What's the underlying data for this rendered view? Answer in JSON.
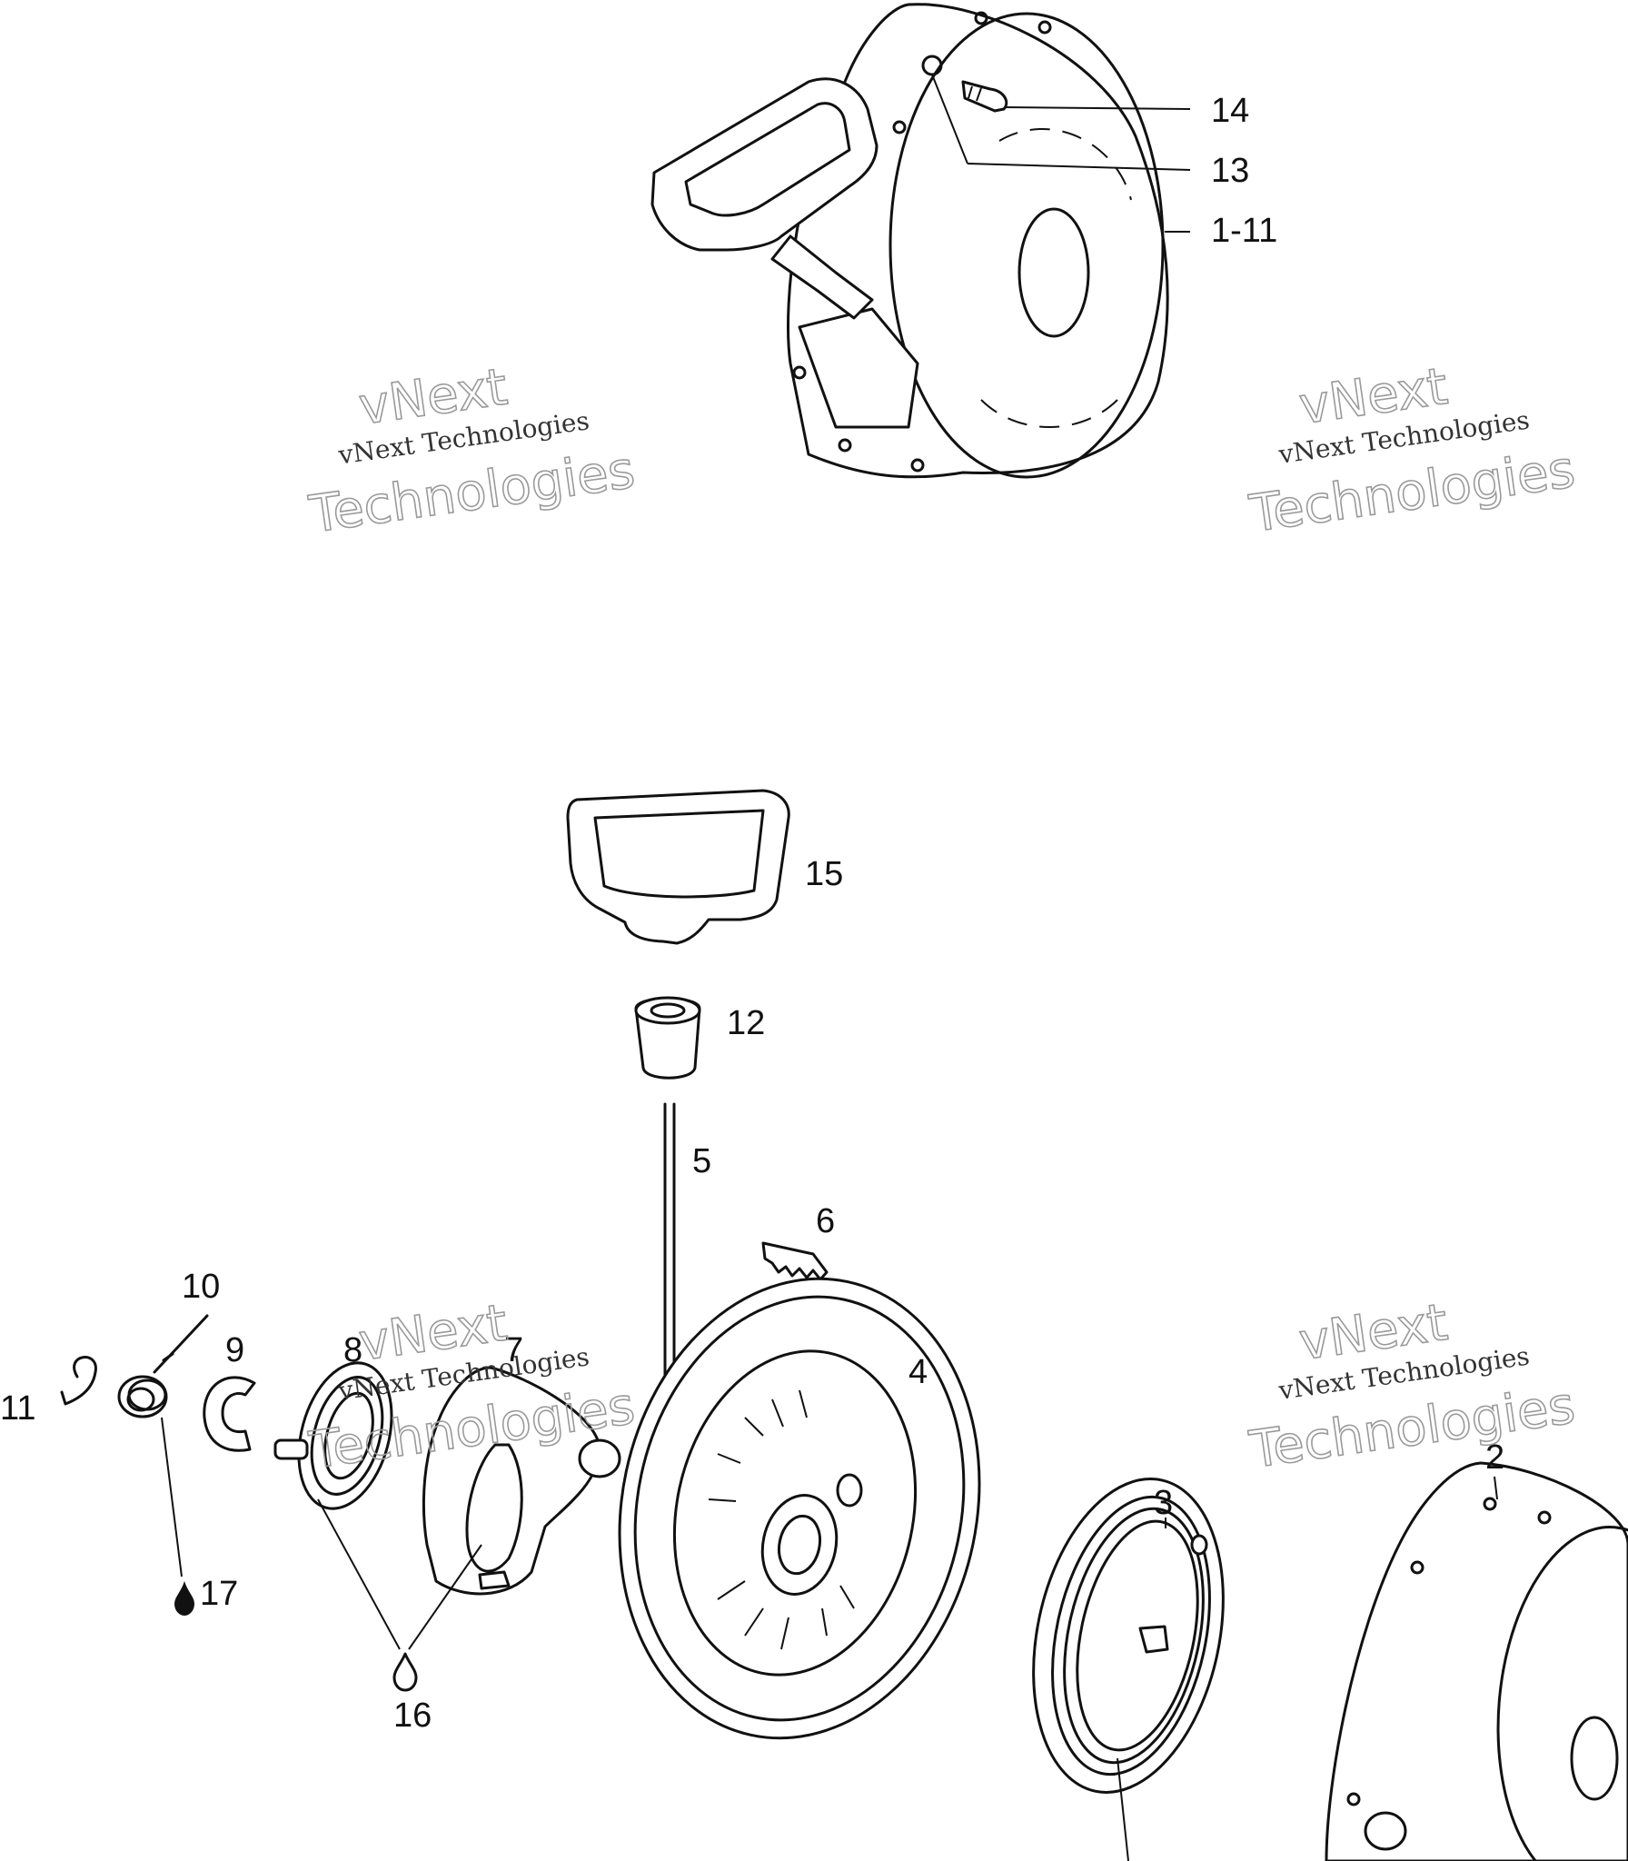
{
  "labels": {
    "l14": "14",
    "l13": "13",
    "l111": "1-11",
    "l15": "15",
    "l12": "12",
    "l5": "5",
    "l6": "6",
    "l10": "10",
    "l9": "9",
    "l8": "8",
    "l7": "7",
    "l11": "11",
    "l4": "4",
    "l3": "3",
    "l2": "2",
    "l17": "17",
    "l16": "16"
  },
  "watermark": {
    "line1": "vNext",
    "line2": "vNext Technologies",
    "line3": "Technologies"
  }
}
